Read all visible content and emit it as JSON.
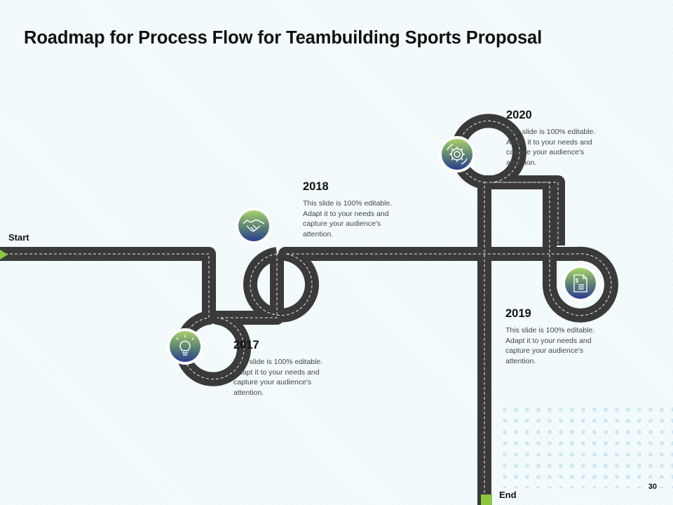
{
  "slide": {
    "title": "Roadmap for Process Flow for Teambuilding Sports Proposal",
    "start_label": "Start",
    "end_label": "End",
    "page_number": "30"
  },
  "colors": {
    "road": "#3a3a3a",
    "accent": "#8dc63f",
    "icon_top": "#a6d36a",
    "icon_bottom": "#2a3e90"
  },
  "milestones": [
    {
      "year": "2017",
      "text": "This slide is 100% editable. Adapt it to your needs and capture your audience's attention.",
      "icon": "lightbulb-icon"
    },
    {
      "year": "2018",
      "text": "This slide is 100% editable. Adapt it to your needs and capture your audience's attention.",
      "icon": "handshake-icon"
    },
    {
      "year": "2019",
      "text": "This slide is 100% editable. Adapt it to your needs and capture your audience's attention.",
      "icon": "document-dollar-icon"
    },
    {
      "year": "2020",
      "text": "This slide is 100% editable. Adapt it to your needs and capture your audience's attention.",
      "icon": "gear-icon"
    }
  ]
}
